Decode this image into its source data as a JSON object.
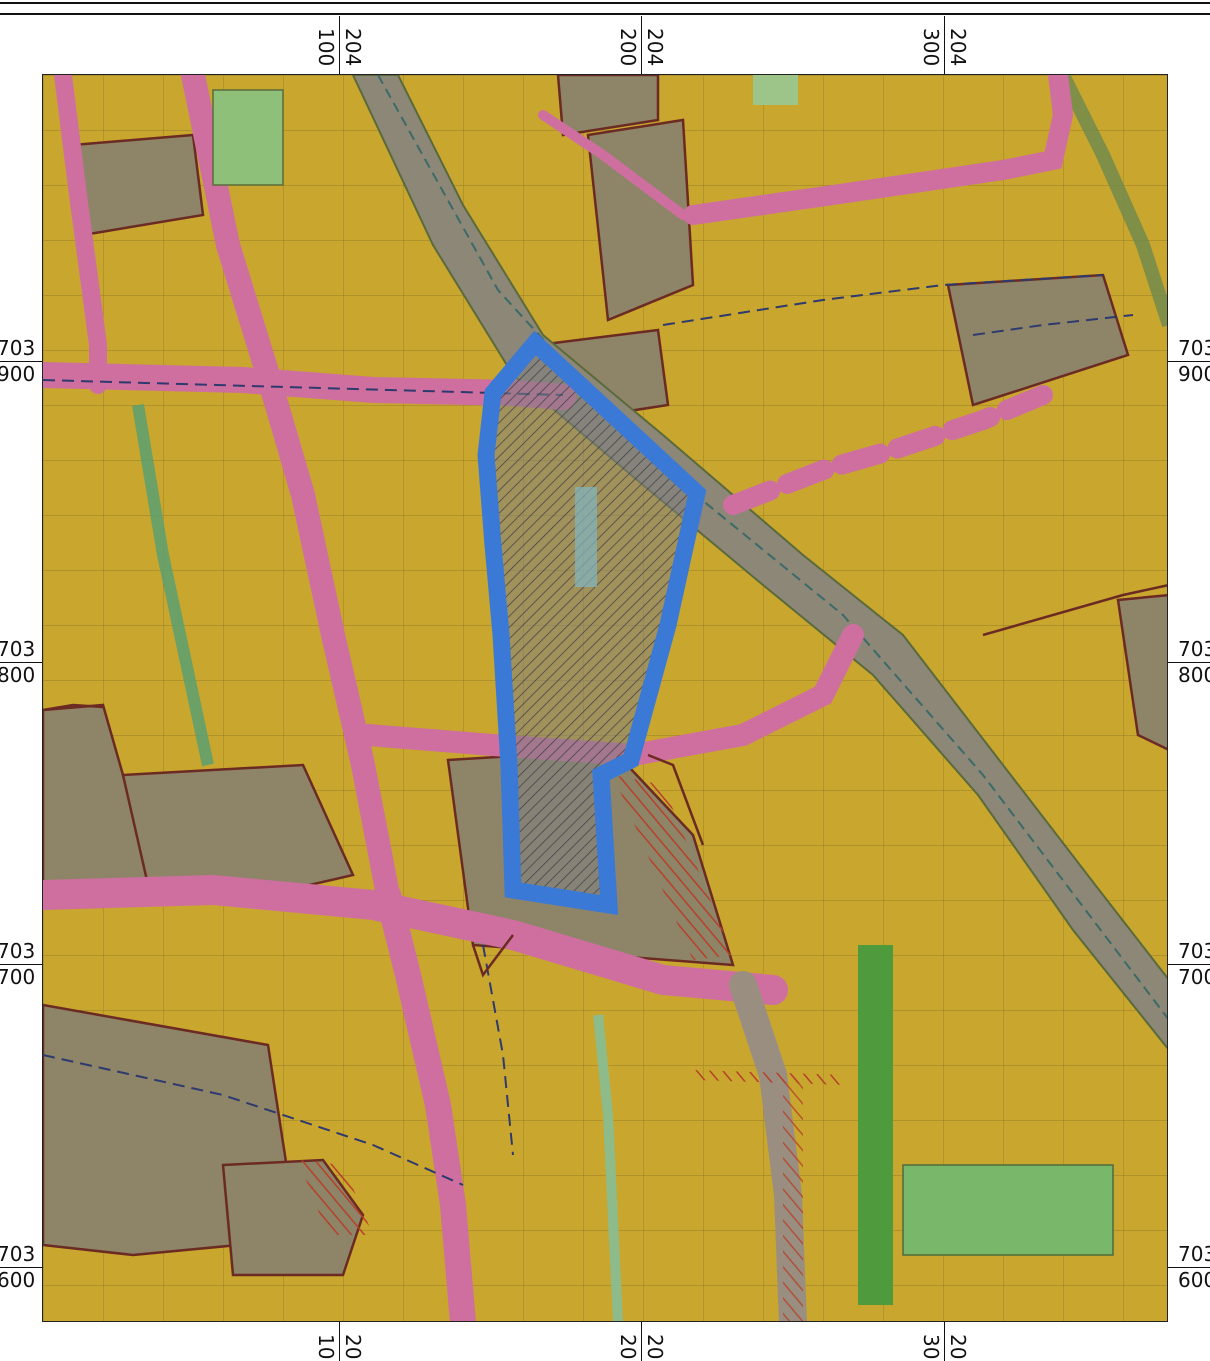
{
  "map": {
    "colors": {
      "residential": "#c9a62e",
      "road": "#cf6fa0",
      "public": "#8e8468",
      "green": "#79b86a",
      "site_outline": "#3a7ad6"
    },
    "top_coords": [
      {
        "major": "100",
        "minor": "204"
      },
      {
        "major": "200",
        "minor": "204"
      },
      {
        "major": "300",
        "minor": "204"
      }
    ],
    "bottom_coords": [
      {
        "major": "10",
        "minor": "20"
      },
      {
        "major": "20",
        "minor": "20"
      },
      {
        "major": "30",
        "minor": "20"
      }
    ],
    "left_coords": [
      {
        "major": "703",
        "minor": "900"
      },
      {
        "major": "703",
        "minor": "800"
      },
      {
        "major": "703",
        "minor": "700"
      },
      {
        "major": "703",
        "minor": "600"
      }
    ],
    "right_coords": [
      {
        "major": "703",
        "minor": "900"
      },
      {
        "major": "703",
        "minor": "800"
      },
      {
        "major": "703",
        "minor": "700"
      },
      {
        "major": "703",
        "minor": "600"
      }
    ]
  }
}
